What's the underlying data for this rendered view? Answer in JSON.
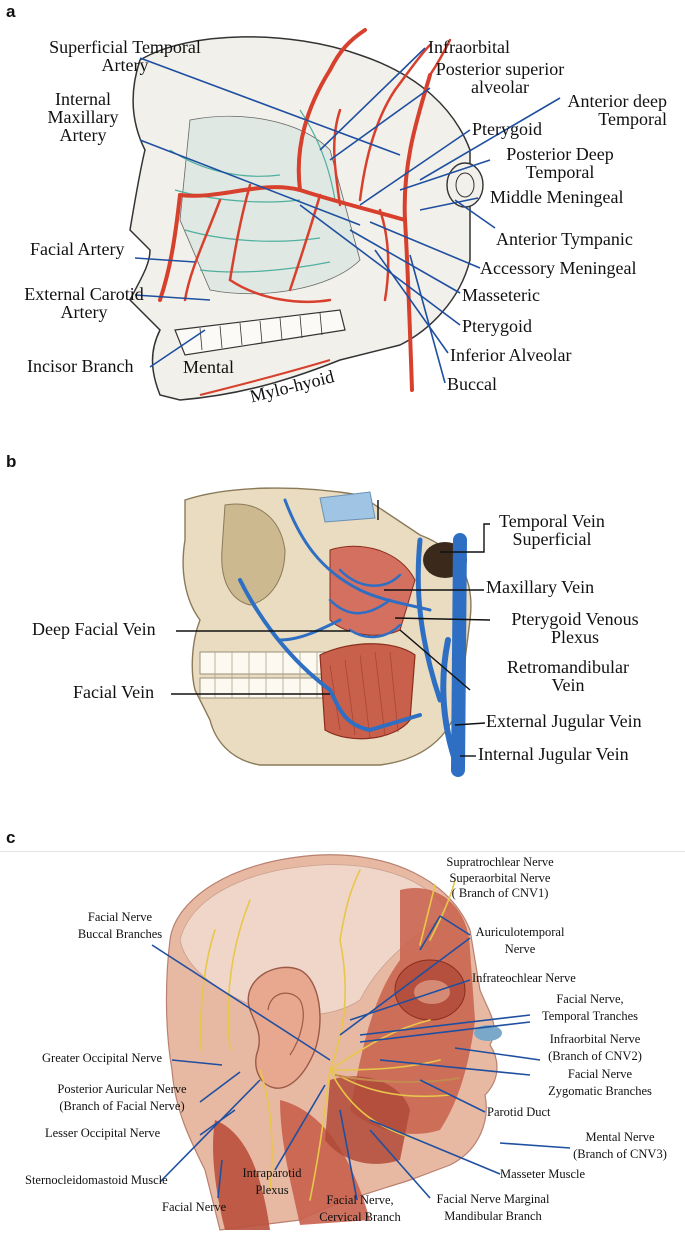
{
  "panel_a": {
    "letter": "a",
    "labels": {
      "superficial_temporal_1": "Superficial Temporal",
      "superficial_temporal_2": "Artery",
      "internal_maxillary_1": "Internal",
      "internal_maxillary_2": "Maxillary",
      "internal_maxillary_3": "Artery",
      "facial_artery": "Facial Artery",
      "external_carotid_1": "External Carotid",
      "external_carotid_2": "Artery",
      "incisor_branch": "Incisor Branch",
      "mental": "Mental",
      "mylo_hyoid": "Mylo-hyoid",
      "infraorbital": "Infraorbital",
      "posterior_superior_alveolar_1": "Posterior superior",
      "posterior_superior_alveolar_2": "alveolar",
      "anterior_deep_temporal_1": "Anterior deep",
      "anterior_deep_temporal_2": "Temporal",
      "pterygoid_upper": "Pterygoid",
      "posterior_deep_temporal_1": "Posterior Deep",
      "posterior_deep_temporal_2": "Temporal",
      "middle_meningeal": "Middle Meningeal",
      "anterior_tympanic": "Anterior Tympanic",
      "accessory_meningeal": "Accessory Meningeal",
      "masseteric": "Masseteric",
      "pterygoid_lower": "Pterygoid",
      "inferior_alveolar": "Inferior Alveolar",
      "buccal": "Buccal"
    }
  },
  "panel_b": {
    "letter": "b",
    "labels": {
      "temporal_vein_1": "Temporal Vein",
      "temporal_vein_2": "Superficial",
      "maxillary_vein": "Maxillary Vein",
      "pterygoid_plexus_1": "Pterygoid Venous",
      "pterygoid_plexus_2": "Plexus",
      "retromandibular_1": "Retromandibular",
      "retromandibular_2": "Vein",
      "external_jugular": "External Jugular Vein",
      "internal_jugular": "Internal Jugular Vein",
      "deep_facial_vein": "Deep Facial Vein",
      "facial_vein": "Facial Vein"
    }
  },
  "panel_c": {
    "letter": "c",
    "labels": {
      "supratrochlear": "Supratrochlear Nerve",
      "superaorbital": "Superaorbital Nerve",
      "branch_cnv1": "( Branch of CNV1)",
      "auriculotemporal_1": "Auriculotemporal",
      "auriculotemporal_2": "Nerve",
      "infrateochlear": "Infrateochlear Nerve",
      "facial_temporal_1": "Facial Nerve,",
      "facial_temporal_2": "Temporal Tranches",
      "infraorbital_1": "Infraorbital Nerve",
      "infraorbital_2": "(Branch of CNV2)",
      "facial_zygomatic_1": "Facial Nerve",
      "facial_zygomatic_2": "Zygomatic Branches",
      "parotid_duct": "Parotid Duct",
      "mental_nerve_1": "Mental Nerve",
      "mental_nerve_2": "(Branch of CNV3)",
      "masseter_muscle": "Masseter Muscle",
      "facial_marginal_1": "Facial Nerve Marginal",
      "facial_marginal_2": "Mandibular Branch",
      "facial_cervical_1": "Facial Nerve,",
      "facial_cervical_2": "Cervical Branch",
      "intraparotid_1": "Intraparotid",
      "intraparotid_2": "Plexus",
      "facial_nerve": "Facial Nerve",
      "sternocleidomastoid": "Sternocleidomastoid Muscle",
      "lesser_occipital": "Lesser Occipital Nerve",
      "posterior_auricular_1": "Posterior Auricular Nerve",
      "posterior_auricular_2": "(Branch of Facial Nerve)",
      "greater_occipital": "Greater Occipital Nerve",
      "facial_buccal_1": "Facial Nerve",
      "facial_buccal_2": "Buccal Branches"
    }
  },
  "colors": {
    "leader": "#1f4fa0",
    "artery": "#d8402e",
    "vein": "#2e6fc4",
    "nerve": "#e8c64a",
    "bone": "#e9dcc0",
    "muscle": "#c8604c",
    "skin": "#e8b9a2"
  }
}
